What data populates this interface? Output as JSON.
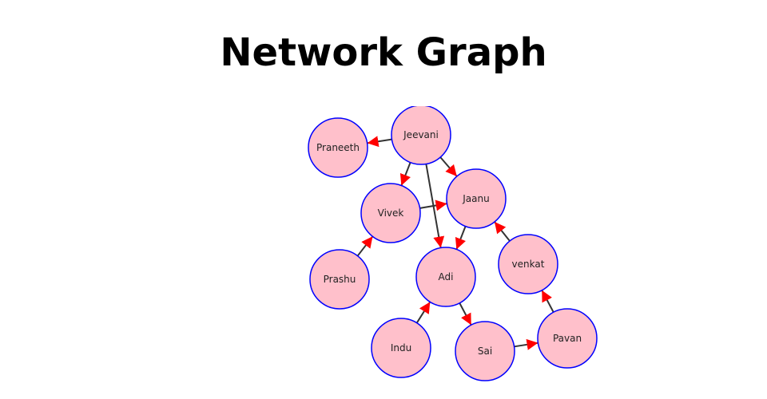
{
  "title": "Network Graph",
  "colors": {
    "node_fill": "#ffc0cb",
    "node_stroke": "#0000ff",
    "edge": "#333333",
    "arrow": "#ff0000"
  },
  "nodes": [
    {
      "id": "Jeevani"
    },
    {
      "id": "Praneeth"
    },
    {
      "id": "Vivek"
    },
    {
      "id": "Jaanu"
    },
    {
      "id": "Prashu"
    },
    {
      "id": "Adi"
    },
    {
      "id": "venkat"
    },
    {
      "id": "Indu"
    },
    {
      "id": "Sai"
    },
    {
      "id": "Pavan"
    }
  ],
  "edges": [
    {
      "source": "Jeevani",
      "target": "Praneeth"
    },
    {
      "source": "Jeevani",
      "target": "Vivek"
    },
    {
      "source": "Jeevani",
      "target": "Jaanu"
    },
    {
      "source": "Jeevani",
      "target": "Adi"
    },
    {
      "source": "Vivek",
      "target": "Jaanu"
    },
    {
      "source": "Jaanu",
      "target": "Adi"
    },
    {
      "source": "Prashu",
      "target": "Vivek"
    },
    {
      "source": "venkat",
      "target": "Jaanu"
    },
    {
      "source": "Indu",
      "target": "Adi"
    },
    {
      "source": "Adi",
      "target": "Sai"
    },
    {
      "source": "Sai",
      "target": "Pavan"
    },
    {
      "source": "Pavan",
      "target": "venkat"
    }
  ]
}
